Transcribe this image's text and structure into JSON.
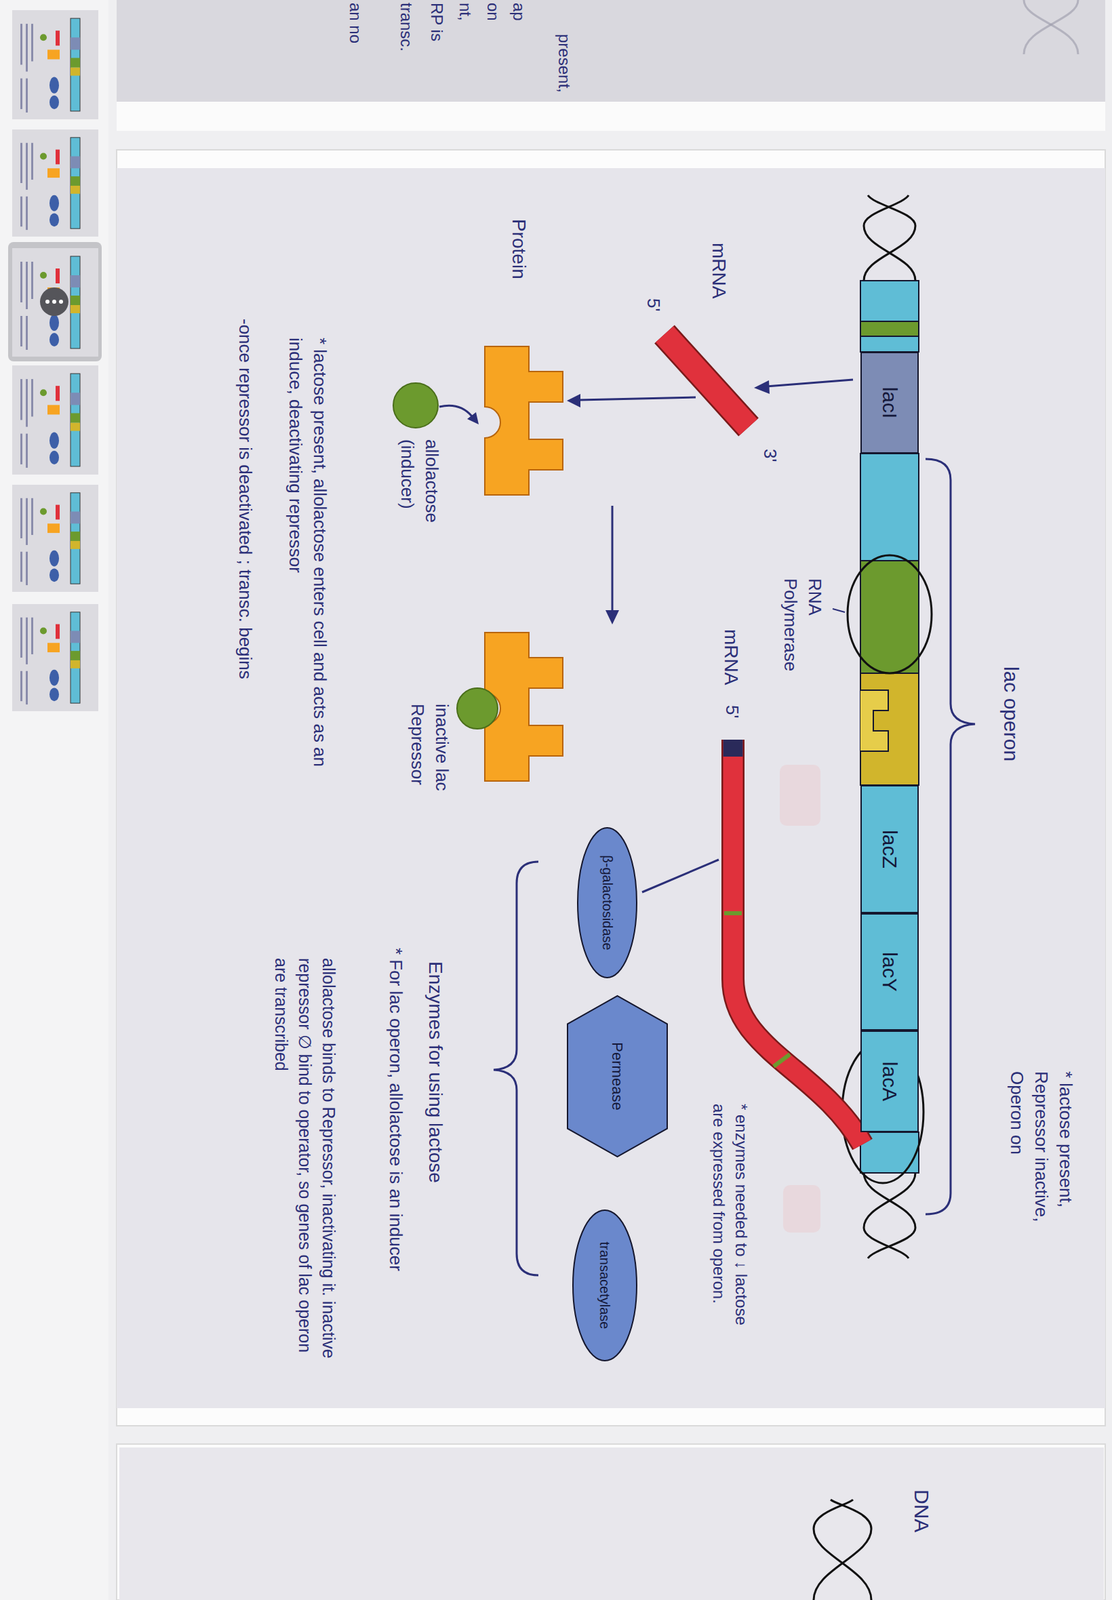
{
  "diagram": {
    "nodes": [
      {
        "text": [
          "lacI"
        ]
      },
      {
        "text": [
          "lacZ"
        ]
      },
      {
        "text": [
          "lacY"
        ]
      },
      {
        "text": [
          "lacA"
        ]
      },
      {
        "text": [
          "β-galactosidase"
        ]
      },
      {
        "text": [
          "Permease"
        ]
      },
      {
        "text": [
          "transacetylase"
        ]
      }
    ],
    "labels": [
      "present,",
      "ap",
      "on",
      "nt,",
      "RP is",
      "transc.",
      "an no",
      "lac operon",
      "* lactose present, Repressor inactive, Operon on",
      "RNA Polymerase",
      "mRNA",
      "5'",
      "3'",
      "mRNA",
      "5'",
      "Protein",
      "allolactose (inducer)",
      "inactive lac Repressor",
      "* enzymes needed to ↓ lactose are expressed from operon.",
      "Enzymes for using lactose",
      "* For lac operon, allolactose is an inducer",
      "allolactose binds to Repressor, inactivating it. inactive repressor ∅ bind to operator, so genes of lac operon are transcribed",
      "* lactose present, allolactose enters cell and acts as an induce, deactivating repressor",
      "-once repressor is deactivated ; transc. begins",
      "DNA"
    ]
  }
}
